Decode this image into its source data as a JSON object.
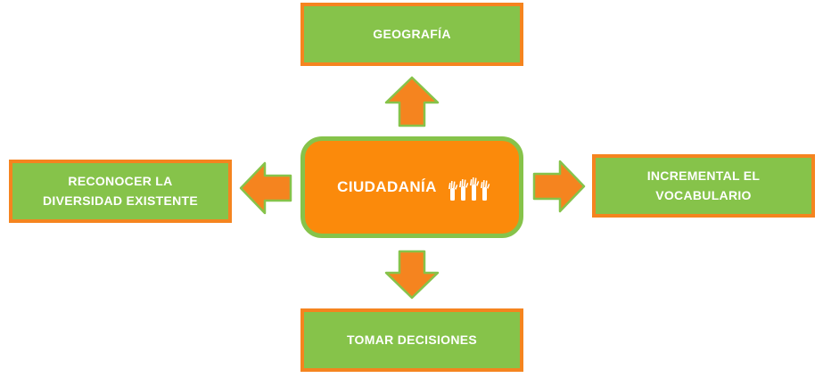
{
  "colors": {
    "box_fill": "#86c34a",
    "box_border": "#f5841f",
    "center_fill": "#fb8a0b",
    "center_border": "#86c34a",
    "arrow_fill": "#f5841f",
    "arrow_stroke": "#86c34a",
    "text": "#ffffff"
  },
  "center": {
    "label": "CIUDADANÍA",
    "icon": "raised-hands-icon"
  },
  "nodes": {
    "top": {
      "text": "GEOGRAFÍA"
    },
    "right": {
      "line1": "INCREMENTAL EL",
      "line2": "VOCABULARIO"
    },
    "bottom": {
      "text": "TOMAR DECISIONES"
    },
    "left": {
      "line1": "RECONOCER LA",
      "line2": "DIVERSIDAD EXISTENTE"
    }
  },
  "arrows": [
    "up",
    "right",
    "down",
    "left"
  ]
}
